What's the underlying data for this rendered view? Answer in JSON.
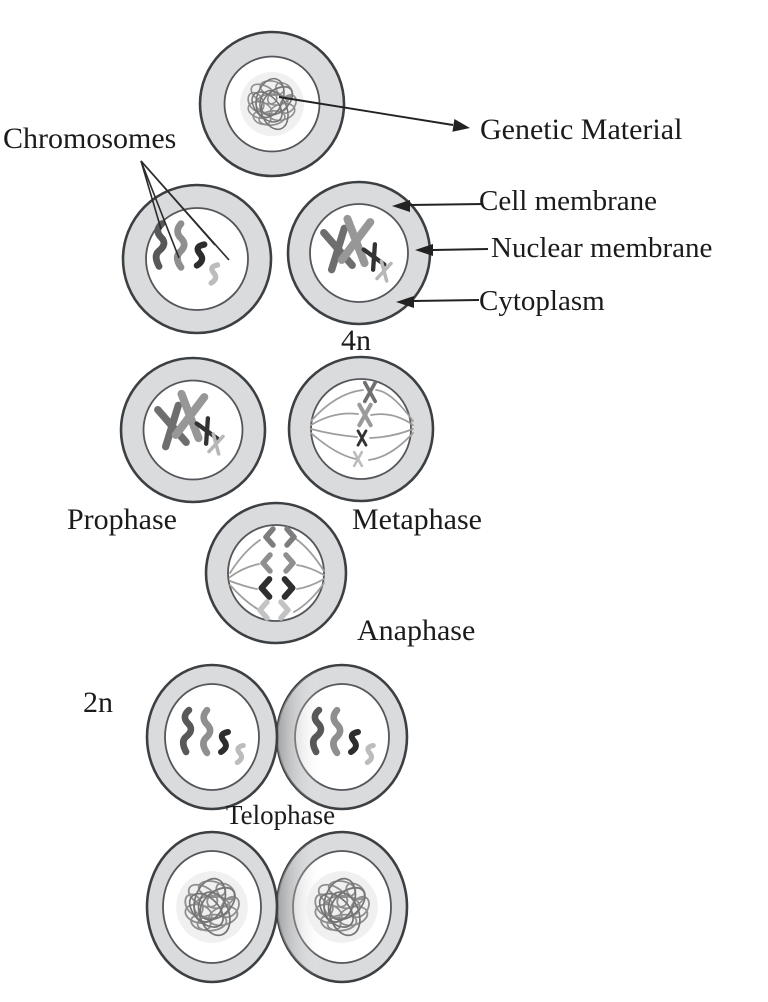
{
  "diagram": {
    "description": "Stages of mitosis cell division",
    "labels": {
      "chromosomes": "Chromosomes",
      "genetic_material": "Genetic Material",
      "cell_membrane": "Cell membrane",
      "nuclear_membrane": "Nuclear membrane",
      "cytoplasm": "Cytoplasm",
      "ploidy_top": "4n",
      "ploidy_bottom": "2n",
      "stage_prophase": "Prophase",
      "stage_metaphase": "Metaphase",
      "stage_anaphase": "Anaphase",
      "stage_telophase": "Telophase"
    },
    "colors": {
      "cytoplasm_ring": "#dadbdd",
      "membrane_stroke": "#3d4043",
      "nucleus_fill": "#ffffff",
      "text": "#1b1b1b",
      "chromosome_dark_gray": "#6e6e6e",
      "chromosome_gray": "#979797",
      "chromosome_black": "#2e2e2e",
      "chromosome_light_gray": "#bcbcbc",
      "chromatin": "#8e8e8e",
      "spindle_fiber": "#9e9e9e"
    }
  }
}
